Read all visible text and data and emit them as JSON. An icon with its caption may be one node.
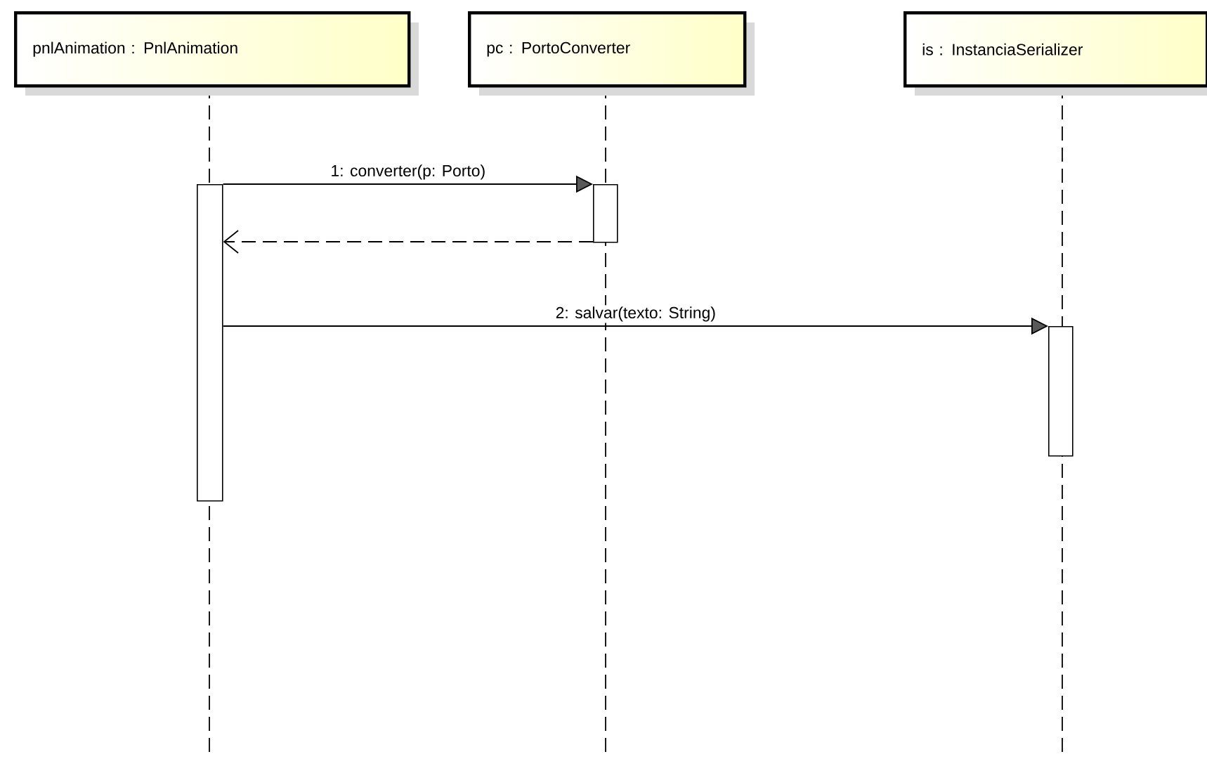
{
  "diagram": {
    "nodes": [
      {
        "text": [
          "pnlAnimation : PnlAnimation"
        ]
      },
      {
        "text": [
          "pc : PortoConverter"
        ]
      },
      {
        "text": [
          "is : InstanciaSerializer"
        ]
      },
      {
        "text": [],
        "shape": "bar"
      },
      {
        "text": [],
        "shape": "bar"
      },
      {
        "text": [],
        "shape": "bar"
      }
    ],
    "edges": [
      {
        "from": 3,
        "to": 4,
        "arrow": "to",
        "label": "1: converter(p: Porto)"
      },
      {
        "from": 4,
        "to": 3,
        "arrow": "to",
        "style": "dashed"
      },
      {
        "from": 3,
        "to": 5,
        "arrow": "to",
        "label": "2: salvar(texto: String)"
      }
    ]
  }
}
